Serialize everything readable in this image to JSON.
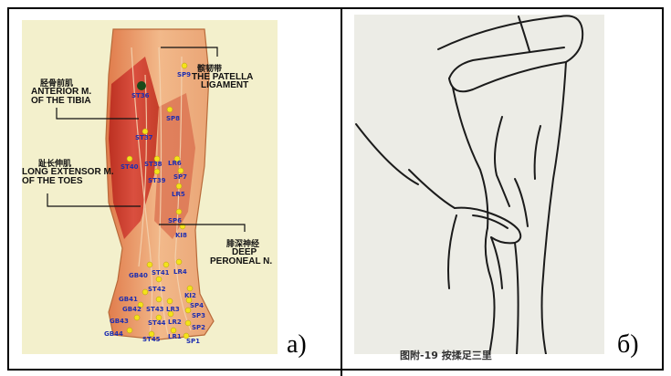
{
  "panel_a": {
    "letter": "a)",
    "labels": {
      "patella_cn": "髌韧带",
      "patella_en_1": "THE PATELLA",
      "patella_en_2": "LIGAMENT",
      "tibia_cn": "胫骨前肌",
      "tibia_en_1": "ANTERIOR M.",
      "tibia_en_2": "OF THE TIBIA",
      "toes_cn": "趾长伸肌",
      "toes_en_1": "LONG EXTENSOR M.",
      "toes_en_2": "OF THE TOES",
      "peroneal_cn": "腓深神经",
      "peroneal_en_1": "DEEP",
      "peroneal_en_2": "PERONEAL N."
    },
    "points": [
      {
        "label": "SP9"
      },
      {
        "label": "ST36"
      },
      {
        "label": "SP8"
      },
      {
        "label": "ST37"
      },
      {
        "label": "ST40"
      },
      {
        "label": "ST38"
      },
      {
        "label": "LR6"
      },
      {
        "label": "ST39"
      },
      {
        "label": "SP7"
      },
      {
        "label": "LR5"
      },
      {
        "label": "SP6"
      },
      {
        "label": "KI8"
      },
      {
        "label": "GB40"
      },
      {
        "label": "ST41"
      },
      {
        "label": "LR4"
      },
      {
        "label": "ST42"
      },
      {
        "label": "GB41"
      },
      {
        "label": "KI2"
      },
      {
        "label": "GB42"
      },
      {
        "label": "ST43"
      },
      {
        "label": "LR3"
      },
      {
        "label": "SP4"
      },
      {
        "label": "SP3"
      },
      {
        "label": "GB43"
      },
      {
        "label": "ST44"
      },
      {
        "label": "LR2"
      },
      {
        "label": "SP2"
      },
      {
        "label": "GB44"
      },
      {
        "label": "ST45"
      },
      {
        "label": "LR1"
      },
      {
        "label": "SP1"
      }
    ]
  },
  "panel_b": {
    "letter": "б)",
    "caption": "图附-19  按揉足三里"
  }
}
